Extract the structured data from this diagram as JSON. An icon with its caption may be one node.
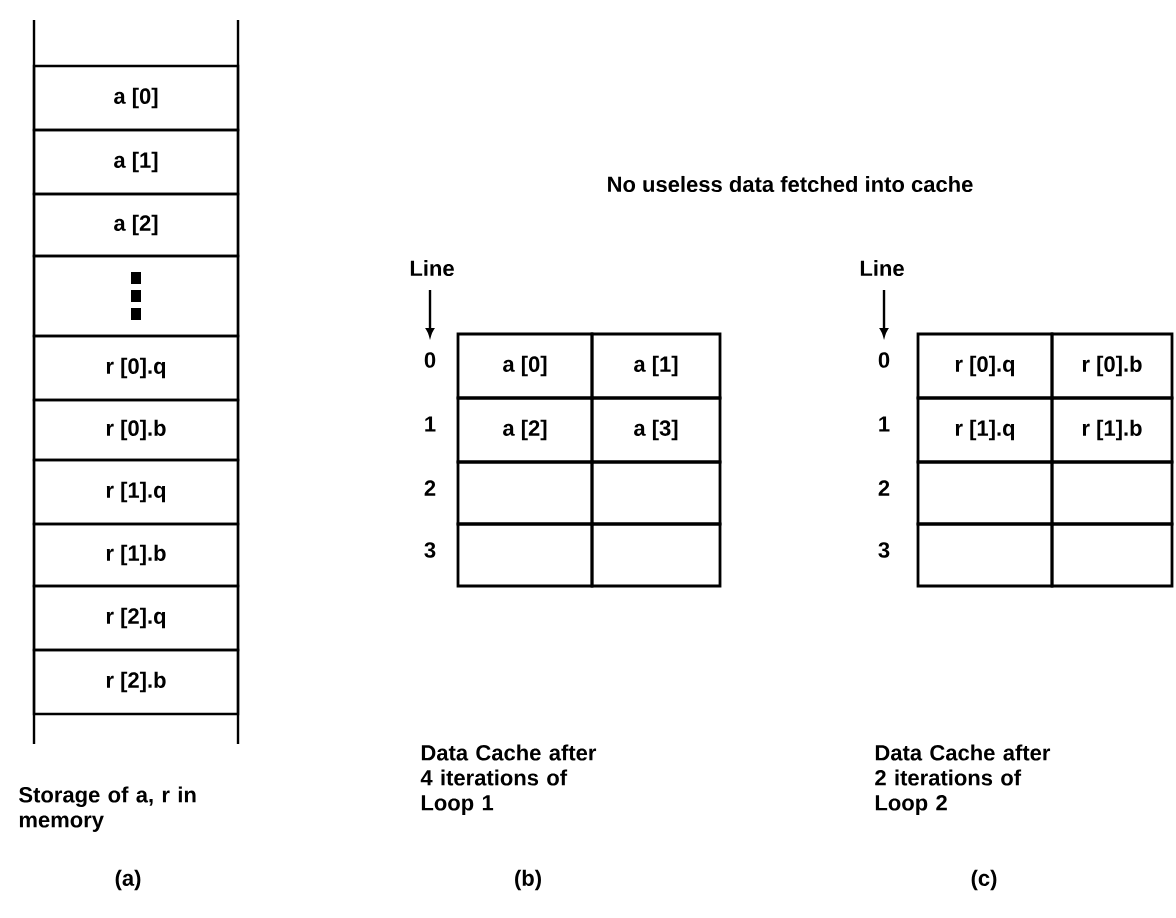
{
  "diagram": {
    "nodes": [
      {
        "text": [
          "a [0]"
        ]
      },
      {
        "text": [
          "a [1]"
        ]
      },
      {
        "text": [
          "a [2]"
        ]
      },
      {
        "text": [],
        "shape": "box"
      },
      {
        "text": [
          "r [0].q"
        ]
      },
      {
        "text": [
          "r [0].b"
        ]
      },
      {
        "text": [
          "r [1].q"
        ]
      },
      {
        "text": [
          "r [1].b"
        ]
      },
      {
        "text": [
          "r [2].q"
        ]
      },
      {
        "text": [
          "r [2].b"
        ]
      },
      {
        "text": [
          "a [0]"
        ]
      },
      {
        "text": [
          "a [1]"
        ]
      },
      {
        "text": [
          "a [2]"
        ]
      },
      {
        "text": [
          "a [3]"
        ]
      },
      {
        "text": [],
        "shape": "box"
      },
      {
        "text": [],
        "shape": "box"
      },
      {
        "text": [],
        "shape": "box"
      },
      {
        "text": [],
        "shape": "box"
      },
      {
        "text": [
          "r [0].q"
        ]
      },
      {
        "text": [
          "r [0].b"
        ]
      },
      {
        "text": [
          "r [1].q"
        ]
      },
      {
        "text": [
          "r [1].b"
        ]
      },
      {
        "text": [],
        "shape": "box"
      },
      {
        "text": [],
        "shape": "box"
      },
      {
        "text": [],
        "shape": "box"
      },
      {
        "text": [],
        "shape": "box"
      }
    ],
    "edges": [],
    "labels": [
      "No useless data fetched into cache",
      "Line",
      "0",
      "1",
      "2",
      "3",
      "Line",
      "0",
      "1",
      "2",
      "3",
      "Storage of a, r in memory",
      "Data Cache after 4 iterations of Loop 1",
      "Data Cache after 2 iterations of Loop 2",
      "(a)",
      "(b)",
      "(c)"
    ]
  }
}
